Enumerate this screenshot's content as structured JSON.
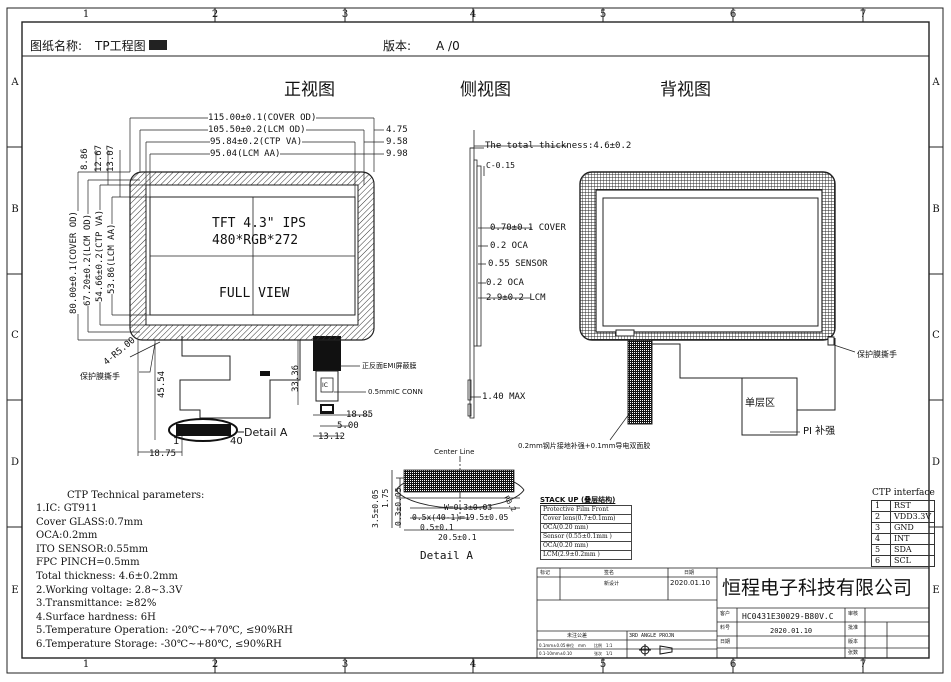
{
  "header": {
    "name_label": "图纸名称:",
    "name_value": "TP工程图",
    "version_label": "版本:",
    "version_value": "A /0"
  },
  "grid": {
    "columns": [
      "1",
      "2",
      "3",
      "4",
      "5",
      "6",
      "7"
    ],
    "rows": [
      "A",
      "B",
      "C",
      "D",
      "E"
    ]
  },
  "views": {
    "front": "正视图",
    "side": "侧视图",
    "back": "背视图"
  },
  "front_dims": {
    "d1": "115.00±0.1(COVER OD)",
    "d2": "105.50±0.2(LCM OD)",
    "d3": "95.84±0.2(CTP VA)",
    "d4": "95.04(LCM AA)",
    "r1": "4.75",
    "r2": "9.58",
    "r3": "9.98",
    "v1": "8.86",
    "v2": "12.67",
    "v3": "13.07",
    "h1": "80.00±0.1(COVER OD)",
    "h2": "67.20±0.2(LCM OD)",
    "h3": "54.66±0.2(CTP VA)",
    "h4": "53.86(LCM AA)",
    "corner": "4-R5.00",
    "peel_tab": "保护膜撕手",
    "f1": "45.54",
    "f2": "33.36",
    "f3": "18.85",
    "f4": "5.00",
    "f5": "13.12",
    "f6": "18.75",
    "pin1": "1",
    "pin40": "40",
    "detail_a": "Detail A",
    "emi": "正反面EMI屏蔽膜",
    "ic_conn": "0.5mmIC CONN",
    "ic": "IC"
  },
  "screen_text": {
    "line1": "TFT 4.3\" IPS",
    "line2": "480*RGB*272",
    "line3": "FULL VIEW"
  },
  "side_dims": {
    "total": "The total thickness:4.6±0.2",
    "c015": "C-0.15",
    "cover": "0.70±0.1 COVER",
    "oca1": "0.2 OCA",
    "sensor": "0.55 SENSOR",
    "oca2": "0.2 OCA",
    "lcm": "2.9±0.2 LCM",
    "max": "1.40 MAX"
  },
  "back_notes": {
    "peel_tab": "保护膜撕手",
    "single_layer": "单层区",
    "pi": "PI 补强",
    "steel": "0.2mm钢片接地补强+0.1mm导电双面胶"
  },
  "detail": {
    "center_line": "Center Line",
    "title": "Detail A",
    "d1": "3.5±0.05",
    "d2": "1.75",
    "d3": "0.3±0.05",
    "d4": "W=0.3±0.03",
    "d5": "0.5x(40-1)=19.5±0.05",
    "d6": "0.5±0.1",
    "d7": "20.5±0.1",
    "r": "R0.2"
  },
  "params": {
    "title": "CTP Technical parameters:",
    "lines": [
      "1.IC:   GT911",
      "Cover GLASS:0.7mm",
      "OCA:0.2mm",
      "ITO SENSOR:0.55mm",
      "FPC PINCH=0.5mm",
      "Total thickness: 4.6±0.2mm",
      "2.Working voltage: 2.8~3.3V",
      "3.Transmittance: ≥82%",
      "4.Surface hardness: 6H",
      "5.Temperature Operation: -20℃~+70℃, ≤90%RH",
      "6.Temperature Storage: -30℃~+80℃, ≤90%RH"
    ]
  },
  "stackup": {
    "title": "STACK UP (叠层结构)",
    "rows": [
      "Protective Film Front",
      "Cover lens(0.7±0.1mm)",
      "OCA(0.20 mm)",
      "Sensor (0.55±0.1mm )",
      "OCA(0.20 mm)",
      "LCM(2.9±0.2mm )"
    ]
  },
  "ctp_interface": {
    "title": "CTP interface",
    "rows": [
      [
        "1",
        "RST"
      ],
      [
        "2",
        "VDD3.3V"
      ],
      [
        "3",
        "GND"
      ],
      [
        "4",
        "INT"
      ],
      [
        "5",
        "SDA"
      ],
      [
        "6",
        "SCL"
      ]
    ]
  },
  "title_block": {
    "company": "恒程电子科技有限公司",
    "date1": "2020.01.10",
    "part": "HC0431E30029-B80V.C",
    "date2": "2020.01.10",
    "rev_head": "标记",
    "sign_head": "签名",
    "date_head": "日期",
    "new_design": "新设计",
    "projection": "3RD ANGLE PROJN",
    "scale_label": "未注公差",
    "tol1": "0.1mm±0.05",
    "tol2": "0.1-10mm±0.10",
    "unit": "单位",
    "mm": "mm",
    "ratio": "比例",
    "ratio_val": "1:1",
    "sheet": "张次",
    "sheet_val": "1/1",
    "f1": "客户",
    "f2": "料号",
    "f3": "日期",
    "f4": "审核",
    "f5": "批准",
    "f6": "版本",
    "f7": "张数"
  },
  "colors": {
    "line": "#222222",
    "hatch": "#333333"
  }
}
